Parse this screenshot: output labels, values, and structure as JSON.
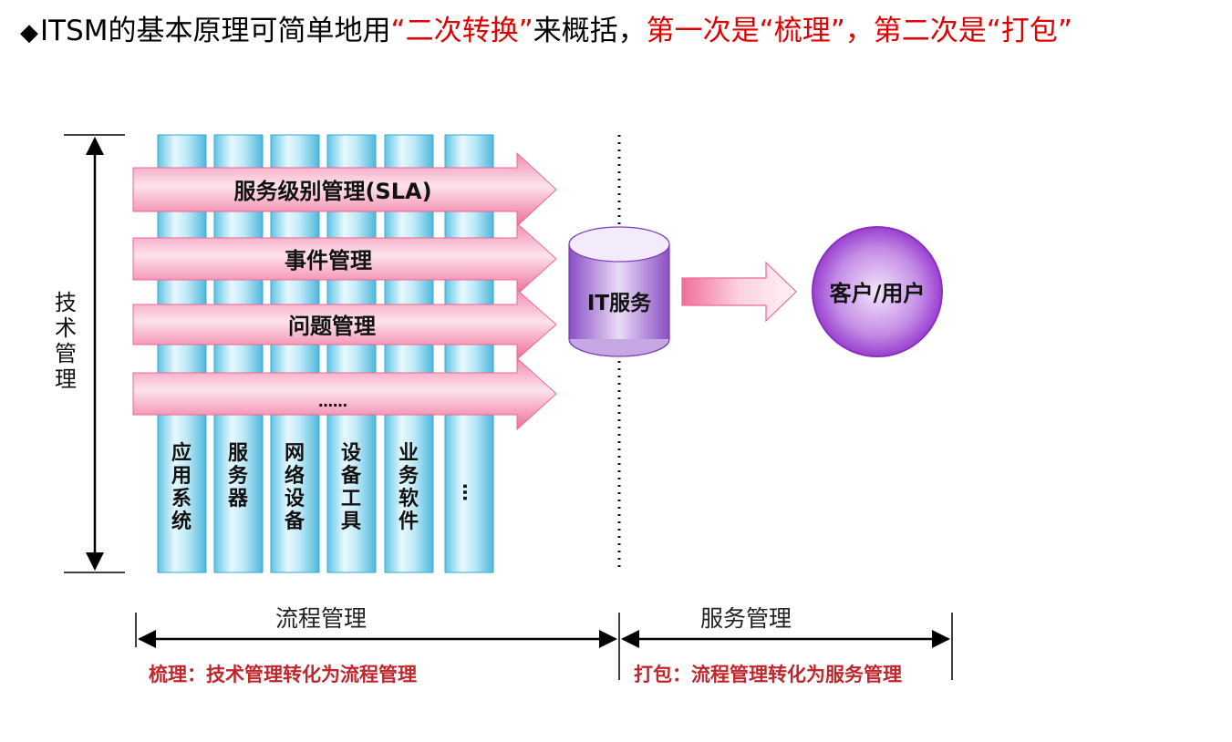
{
  "headline": {
    "bullet": "◆",
    "part1": "ITSM的基本原理可简单地用",
    "part2": "“二次转换”",
    "part3": "来概括，",
    "part4": "第一次是“梳理”，第二次是“打包”"
  },
  "diagram": {
    "vertical_axis_label": [
      "技",
      "术",
      "管",
      "理"
    ],
    "process_arrows": [
      {
        "label": "服务级别管理(SLA)"
      },
      {
        "label": "事件管理"
      },
      {
        "label": "问题管理"
      },
      {
        "label": "……"
      }
    ],
    "columns": [
      {
        "label": [
          "应",
          "用",
          "系",
          "统"
        ]
      },
      {
        "label": [
          "服",
          "务",
          "器"
        ]
      },
      {
        "label": [
          "网",
          "络",
          "设",
          "备"
        ]
      },
      {
        "label": [
          "设",
          "备",
          "工",
          "具"
        ]
      },
      {
        "label": [
          "业",
          "务",
          "软",
          "件"
        ]
      },
      {
        "label": [
          "…"
        ]
      }
    ],
    "it_service": "IT服务",
    "customer": "客户/用户",
    "bottom_left_label": "流程管理",
    "bottom_right_label": "服务管理",
    "note_left": "梳理：技术管理转化为流程管理",
    "note_right": "打包：流程管理转化为服务管理",
    "colors": {
      "headline_red": "#e00000",
      "column_cyan": "#7fd3ec",
      "arrow_pink": "#f06f9b",
      "cylinder_purple": "#9a58c8",
      "circle_purple": "#a855d6",
      "note_red": "#c0272d"
    }
  }
}
